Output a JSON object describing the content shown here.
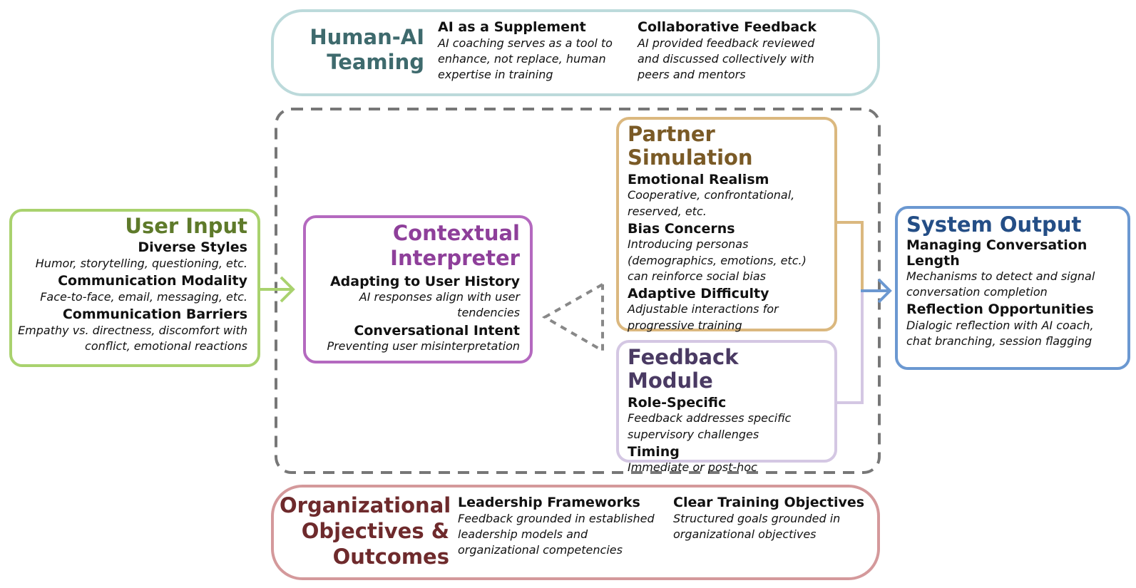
{
  "colors": {
    "human_ai": "#bcdadb",
    "human_ai_title": "#3e6a6d",
    "user_input": "#a9d26e",
    "user_input_title": "#5e7a2a",
    "contextual": "#b469bf",
    "contextual_title": "#8e3f9a",
    "partner": "#dbb87f",
    "partner_title": "#7a5a26",
    "feedback": "#d4c7e3",
    "feedback_title": "#4a3a63",
    "output": "#6b98d1",
    "output_title": "#244e86",
    "org": "#d4999b",
    "org_title": "#6e2a2c",
    "dashed": "#777777"
  },
  "human_ai": {
    "title_line1": "Human-AI",
    "title_line2": "Teaming",
    "items": [
      {
        "heading": "AI as a Supplement",
        "desc": "AI coaching serves as a tool to enhance, not replace, human expertise in training"
      },
      {
        "heading": "Collaborative Feedback",
        "desc": "AI provided feedback reviewed and discussed collectively with peers and mentors"
      }
    ]
  },
  "user_input": {
    "title": "User Input",
    "items": [
      {
        "heading": "Diverse Styles",
        "desc": "Humor, storytelling, questioning, etc."
      },
      {
        "heading": "Communication Modality",
        "desc": "Face-to-face, email, messaging, etc."
      },
      {
        "heading": "Communication Barriers",
        "desc": "Empathy vs. directness, discomfort with conflict, emotional reactions"
      }
    ]
  },
  "contextual": {
    "title_line1": "Contextual",
    "title_line2": "Interpreter",
    "items": [
      {
        "heading": "Adapting to User History",
        "desc": "AI responses align with user tendencies"
      },
      {
        "heading": "Conversational Intent",
        "desc": "Preventing user misinterpretation"
      }
    ]
  },
  "partner": {
    "title": "Partner Simulation",
    "items": [
      {
        "heading": "Emotional Realism",
        "desc": "Cooperative, confrontational, reserved, etc."
      },
      {
        "heading": "Bias Concerns",
        "desc": "Introducing personas (demographics, emotions, etc.) can reinforce social bias"
      },
      {
        "heading": "Adaptive Difficulty",
        "desc": "Adjustable interactions for progressive training"
      }
    ]
  },
  "feedback": {
    "title": "Feedback Module",
    "items": [
      {
        "heading": "Role-Specific",
        "desc": "Feedback addresses specific supervisory challenges"
      },
      {
        "heading": "Timing",
        "desc": "Immediate or post-hoc"
      }
    ]
  },
  "output": {
    "title": "System Output",
    "items": [
      {
        "heading": "Managing Conversation Length",
        "desc": "Mechanisms to detect and signal conversation completion"
      },
      {
        "heading": "Reflection Opportunities",
        "desc": "Dialogic reflection with AI coach, chat branching, session flagging"
      }
    ]
  },
  "org": {
    "title_line1": "Organizational",
    "title_line2": "Objectives &",
    "title_line3": "Outcomes",
    "items": [
      {
        "heading": "Leadership Frameworks",
        "desc": "Feedback grounded in established leadership models and organizational competencies"
      },
      {
        "heading": "Clear Training Objectives",
        "desc": "Structured goals grounded in organizational objectives"
      }
    ]
  }
}
